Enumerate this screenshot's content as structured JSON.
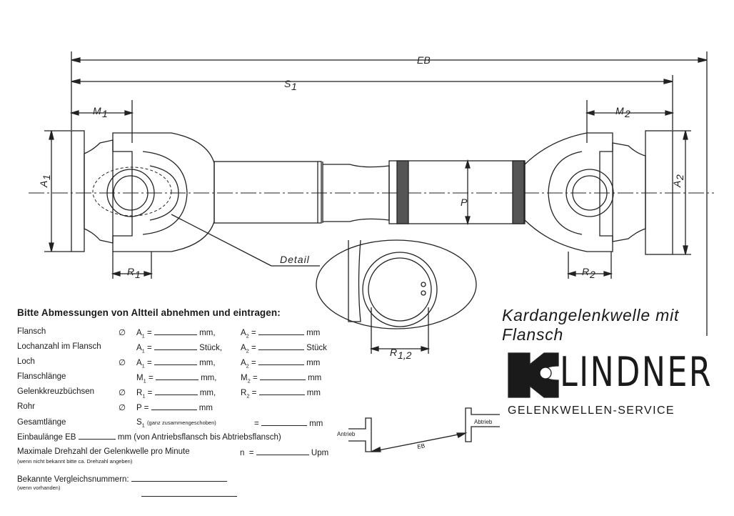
{
  "drawing": {
    "dim_eb": "EB",
    "dim_s1": "S",
    "dim_s1_sub": "1",
    "dim_m1": "M",
    "dim_m1_sub": "1",
    "dim_m2": "M",
    "dim_m2_sub": "2",
    "dim_a1": "A",
    "dim_a1_sub": "1",
    "dim_a2": "A",
    "dim_a2_sub": "2",
    "dim_p": "P",
    "dim_r1": "R",
    "dim_r1_sub": "1",
    "dim_r2": "R",
    "dim_r2_sub": "2",
    "detail_label": "Detail",
    "dim_r12": "R",
    "dim_r12_sub": "1,2"
  },
  "form": {
    "heading": "Bitte Abmessungen von Altteil abnehmen und eintragen:",
    "rows": [
      {
        "label": "Flansch",
        "symbol": "∅",
        "f1_var": "A",
        "f1_sub": "1",
        "f1_unit": "mm,",
        "f2_var": "A",
        "f2_sub": "2",
        "f2_unit": "mm"
      },
      {
        "label": "Lochanzahl im Flansch",
        "symbol": "",
        "f1_var": "A",
        "f1_sub": "1",
        "f1_unit": "Stück,",
        "f2_var": "A",
        "f2_sub": "2",
        "f2_unit": "Stück"
      },
      {
        "label": "Loch",
        "symbol": "∅",
        "f1_var": "A",
        "f1_sub": "1",
        "f1_unit": "mm,",
        "f2_var": "A",
        "f2_sub": "2",
        "f2_unit": "mm"
      },
      {
        "label": "Flanschlänge",
        "symbol": "",
        "f1_var": "M",
        "f1_sub": "1",
        "f1_unit": "mm,",
        "f2_var": "M",
        "f2_sub": "2",
        "f2_unit": "mm"
      },
      {
        "label": "Gelenkkreuzbüchsen",
        "symbol": "∅",
        "f1_var": "R",
        "f1_sub": "1",
        "f1_unit": "mm,",
        "f2_var": "R",
        "f2_sub": "2",
        "f2_unit": "mm"
      }
    ],
    "rohr": {
      "label": "Rohr",
      "symbol": "∅",
      "var": "P",
      "unit": "mm"
    },
    "gesamt": {
      "label": "Gesamtlänge",
      "var": "S",
      "sub": "1",
      "note": "(ganz zusammengeschoben)",
      "unit": "mm"
    },
    "einbau": {
      "label": "Einbaulänge EB",
      "unit": "mm (von Antriebsflansch bis Abtriebsflansch)"
    },
    "drehzahl": {
      "label": "Maximale Drehzahl der Gelenkwelle pro Minute",
      "note": "(wenn nicht bekannt bitte ca. Drehzahl angeben)",
      "var": "n",
      "unit": "Upm"
    },
    "vergleich": {
      "label": "Bekannte Vergleichsnummern:",
      "note": "(wenn vorhanden)"
    }
  },
  "flange_diagram": {
    "antrieb": "Antrieb",
    "abtrieb": "Abtrieb",
    "eb": "EB"
  },
  "brand": {
    "title_line1": "Kardangelenkwelle mit",
    "title_line2": "Flansch",
    "logo_name": "LINDNER",
    "logo_subtitle": "GELENKWELLEN-SERVICE"
  }
}
